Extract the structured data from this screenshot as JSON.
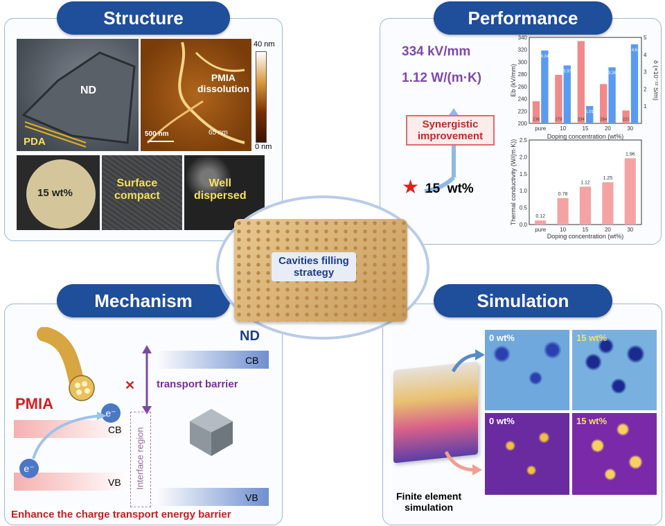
{
  "sections": {
    "structure": "Structure",
    "performance": "Performance",
    "mechanism": "Mechanism",
    "simulation": "Simulation"
  },
  "structure": {
    "nd": "ND",
    "pda": "PDA",
    "pmia_dissolution": "PMIA\ndissolution",
    "size_65": "65 nm",
    "scale_500": "500 nm",
    "scale_top": "40 nm",
    "scale_bottom": "0 nm",
    "wt15": "15 wt%",
    "surface_compact": "Surface\ncompact",
    "well_dispersed": "Well\ndispersed"
  },
  "center": {
    "label": "Cavities filling\nstrategy"
  },
  "performance": {
    "value1": "334 kV/mm",
    "value2": "1.12 W/(m·K)",
    "synergy": "Synergistic\nimprovement",
    "star_label": "15  wt%"
  },
  "chart_data": [
    {
      "type": "bar",
      "categories": [
        "pure",
        "10",
        "15",
        "20",
        "30"
      ],
      "xlabel": "Doping concentration (wt%)",
      "ylabel": "Eb (kV/mm)",
      "y2label": "δ (×10⁻¹² S/m)",
      "ylim": [
        200,
        340
      ],
      "y2lim": [
        0,
        5
      ],
      "series": [
        {
          "values": [
            236,
            279,
            334,
            264,
            221
          ],
          "color": "#f08a8a",
          "axis": "left"
        },
        {
          "values": [
            4.24,
            3.37,
            1.01,
            3.26,
            4.6
          ],
          "color": "#5b9bef",
          "axis": "right"
        }
      ],
      "data_labels": [
        [
          "236",
          "279",
          "334",
          "264",
          "221"
        ],
        [
          "4.24",
          "3.37",
          "1.01",
          "3.26",
          "4.6"
        ]
      ]
    },
    {
      "type": "bar",
      "categories": [
        "pure",
        "10",
        "15",
        "20",
        "30"
      ],
      "xlabel": "Doping concentration (wt%)",
      "ylabel": "Thermal conductivity (W/(m·K))",
      "ylim": [
        0,
        2.5
      ],
      "series": [
        {
          "values": [
            0.12,
            0.78,
            1.12,
            1.25,
            1.96
          ],
          "color": "#f4a3a3"
        }
      ],
      "data_labels": [
        "0.12",
        "0.78",
        "1.12",
        "1.25",
        "1.96"
      ]
    }
  ],
  "mechanism": {
    "nd": "ND",
    "pmia": "PMIA",
    "cb": "CB",
    "vb": "VB",
    "electron": "e⁻",
    "barrier": "transport barrier",
    "interface": "Interface region",
    "cross": "✕",
    "footer": "Enhance the charge transport energy barrier"
  },
  "simulation": {
    "wt0": "0 wt%",
    "wt15": "15 wt%",
    "fe": "Finite element\nsimulation"
  }
}
